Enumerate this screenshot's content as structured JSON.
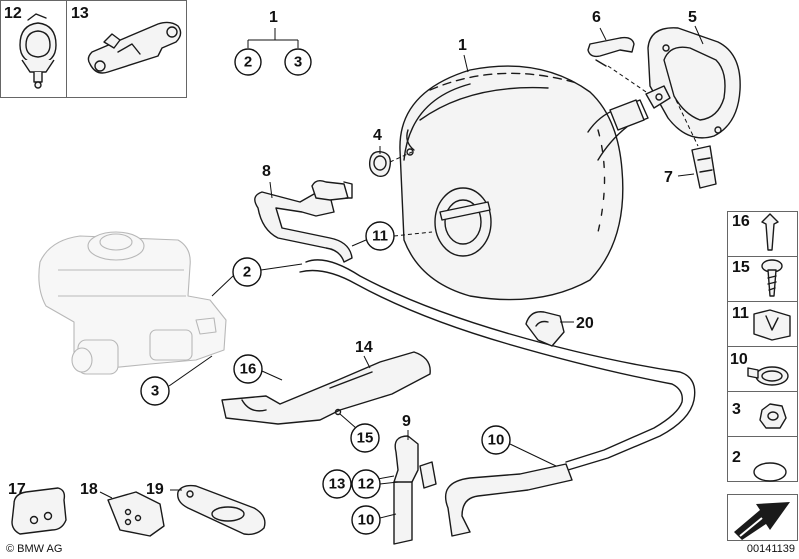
{
  "callouts": {
    "c1": "1",
    "c1b": "1",
    "c2a": "2",
    "c3a": "3",
    "c2": "2",
    "c3": "3",
    "c4": "4",
    "c5": "5",
    "c6": "6",
    "c7": "7",
    "c8": "8",
    "c9": "9",
    "c10a": "10",
    "c10b": "10",
    "c11": "11",
    "c12": "12",
    "c12b": "12",
    "c13": "13",
    "c13b": "13",
    "c14": "14",
    "c15": "15",
    "c16": "16",
    "c17": "17",
    "c18": "18",
    "c19": "19",
    "c20": "20"
  },
  "sidebar": {
    "items": [
      "16",
      "15",
      "11",
      "10",
      "3",
      "2"
    ]
  },
  "footer": {
    "copyright": "© BMW AG",
    "diagram_code": "00141139"
  }
}
